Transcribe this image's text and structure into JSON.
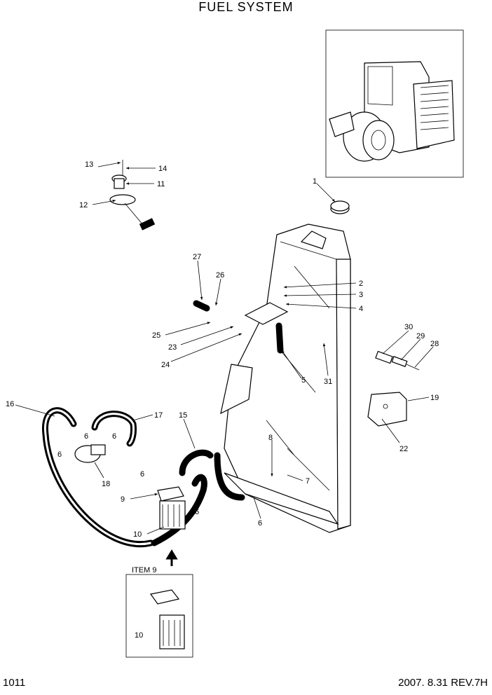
{
  "title": "FUEL SYSTEM",
  "footer": {
    "page": "1011",
    "revision": "2007. 8.31  REV.7H"
  },
  "inset_label": "ITEM 9",
  "callouts": [
    "1",
    "2",
    "3",
    "4",
    "5",
    "6",
    "7",
    "8",
    "9",
    "10",
    "11",
    "12",
    "13",
    "14",
    "15",
    "16",
    "17",
    "18",
    "19",
    "22",
    "23",
    "24",
    "25",
    "26",
    "27",
    "28",
    "29",
    "30",
    "31"
  ],
  "repeat_callouts": {
    "six_a": "6",
    "six_b": "6",
    "six_c": "6",
    "six_d": "6",
    "six_e": "6",
    "six_f": "6",
    "ten_inset": "10"
  }
}
